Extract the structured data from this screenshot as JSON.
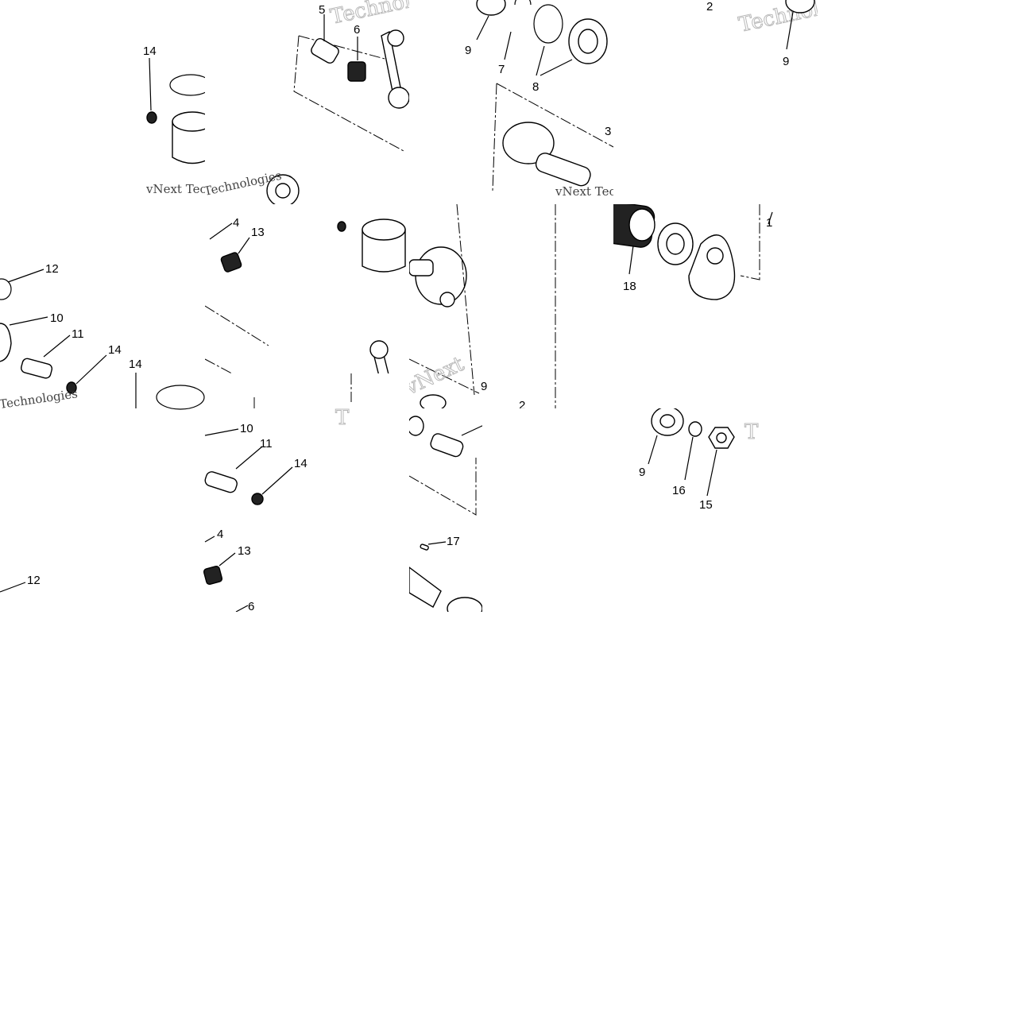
{
  "watermark": {
    "brand_word": "Technologies",
    "prefix_word": "vNext",
    "full": "vNext Technologies",
    "fragment_t": "T"
  },
  "callouts": {
    "c1": "1",
    "c2": "2",
    "c3": "3",
    "c4": "4",
    "c5": "5",
    "c6": "6",
    "c7": "7",
    "c8": "8",
    "c9": "9",
    "c10": "10",
    "c11": "11",
    "c12": "12",
    "c13": "13",
    "c14": "14",
    "c15": "15",
    "c16": "16",
    "c17": "17",
    "c18": "18"
  },
  "colors": {
    "ink": "#000000",
    "watermark": "#b9b9b9",
    "background": "#ffffff"
  }
}
